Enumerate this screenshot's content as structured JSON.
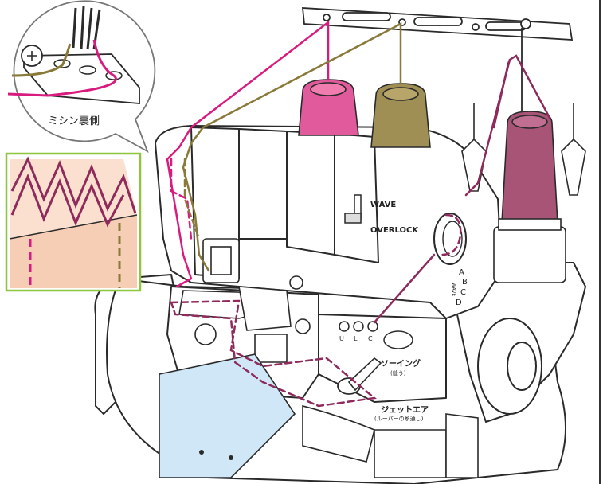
{
  "inset_top": {
    "caption": "ミシン裏側"
  },
  "machine_labels": {
    "wave": "WAVE",
    "overlock": "OVERLOCK",
    "sewing": "ソーイング",
    "sewing_sub": "(縫う)",
    "jet_air": "ジェットエア",
    "jet_air_sub": "(ルーパーの糸通し)",
    "dial_letters": [
      "A",
      "B",
      "C",
      "D"
    ],
    "wave_vertical": "WAVE",
    "lever_letters": [
      "U",
      "L",
      "C"
    ]
  },
  "colors": {
    "pink_thread": "#d81b7f",
    "olive_thread": "#8a7a3a",
    "purple_thread": "#8e2a5c",
    "pink_spool": "#e05a9c",
    "olive_spool": "#a08f55",
    "purple_spool": "#a85477",
    "inset_border": "#8dc63f",
    "fabric": "#fbe0cf",
    "plate": "#cfe7f6"
  }
}
